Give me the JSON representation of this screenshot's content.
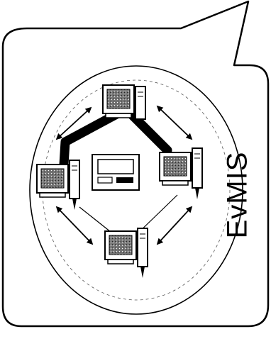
{
  "diagram": {
    "label": "EvMIS",
    "nodes": [
      {
        "id": "top",
        "kind": "workstation"
      },
      {
        "id": "left",
        "kind": "workstation"
      },
      {
        "id": "right",
        "kind": "workstation"
      },
      {
        "id": "bottom",
        "kind": "workstation"
      },
      {
        "id": "center",
        "kind": "server"
      }
    ],
    "links": [
      {
        "from": "top",
        "to": "left",
        "style": "thick"
      },
      {
        "from": "top",
        "to": "right",
        "style": "thick"
      },
      {
        "from": "left",
        "to": "bottom",
        "style": "thin"
      },
      {
        "from": "right",
        "to": "bottom",
        "style": "thin"
      }
    ],
    "arrows": [
      {
        "from": "top",
        "to": "left",
        "style": "double-headed"
      },
      {
        "from": "top",
        "to": "right",
        "style": "double-headed"
      },
      {
        "from": "left",
        "to": "bottom",
        "style": "double-headed"
      },
      {
        "from": "right",
        "to": "bottom",
        "style": "double-headed"
      }
    ],
    "colors": {
      "ink": "#000000",
      "screen": "#555555",
      "background": "#ffffff"
    }
  }
}
